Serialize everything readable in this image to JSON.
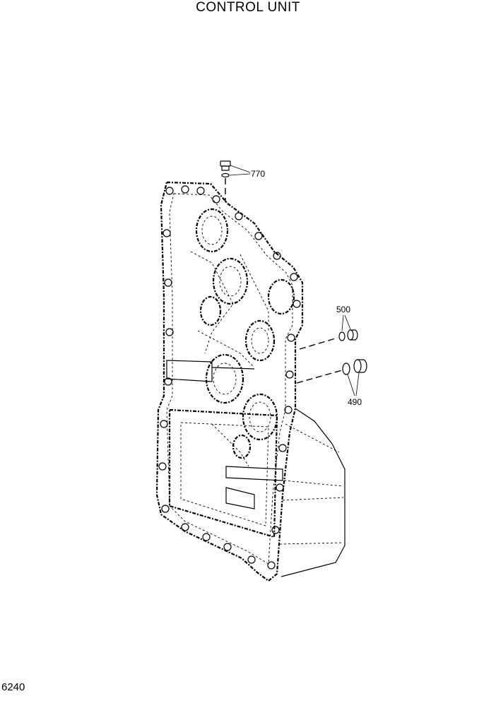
{
  "title": "CONTROL UNIT",
  "page_number": "6240",
  "callouts": {
    "c770": "770",
    "c500": "500",
    "c490": "490"
  }
}
